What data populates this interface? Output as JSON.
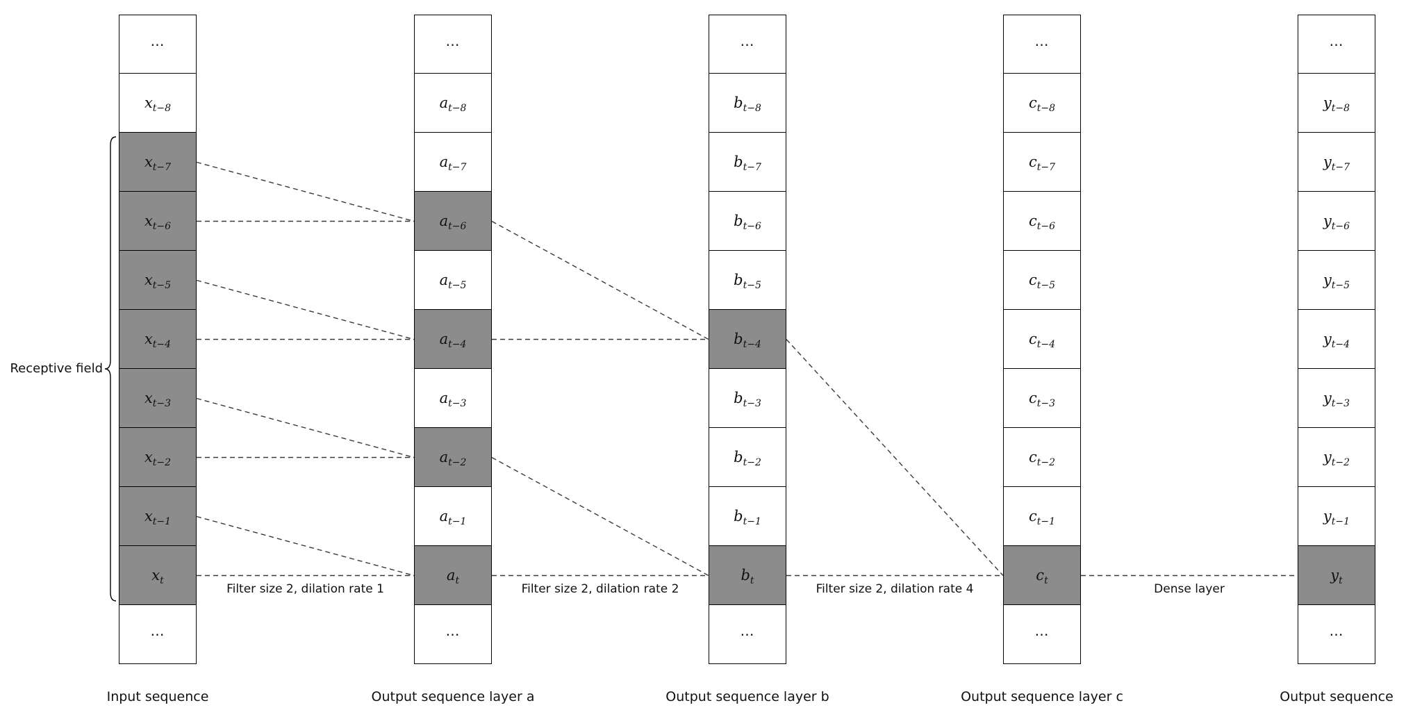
{
  "diagram": {
    "receptive_field_label": "Receptive field",
    "receptive_field_rows": [
      2,
      9
    ],
    "dots_char": "⋯",
    "colors": {
      "background": "#ffffff",
      "cell_fill": "#ffffff",
      "cell_shaded": "#8c8c8c",
      "cell_border": "#000000",
      "connection_line": "#3a3a3a",
      "text": "#111111"
    },
    "columns": [
      {
        "id": "input",
        "label": "Input sequence",
        "cells": [
          {
            "dots": true
          },
          {
            "base": "x",
            "sub": "t−8",
            "shaded": false
          },
          {
            "base": "x",
            "sub": "t−7",
            "shaded": true
          },
          {
            "base": "x",
            "sub": "t−6",
            "shaded": true
          },
          {
            "base": "x",
            "sub": "t−5",
            "shaded": true
          },
          {
            "base": "x",
            "sub": "t−4",
            "shaded": true
          },
          {
            "base": "x",
            "sub": "t−3",
            "shaded": true
          },
          {
            "base": "x",
            "sub": "t−2",
            "shaded": true
          },
          {
            "base": "x",
            "sub": "t−1",
            "shaded": true
          },
          {
            "base": "x",
            "sub": "t",
            "shaded": true
          },
          {
            "dots": true
          }
        ]
      },
      {
        "id": "layer-a",
        "label": "Output sequence layer a",
        "cells": [
          {
            "dots": true
          },
          {
            "base": "a",
            "sub": "t−8",
            "shaded": false
          },
          {
            "base": "a",
            "sub": "t−7",
            "shaded": false
          },
          {
            "base": "a",
            "sub": "t−6",
            "shaded": true
          },
          {
            "base": "a",
            "sub": "t−5",
            "shaded": false
          },
          {
            "base": "a",
            "sub": "t−4",
            "shaded": true
          },
          {
            "base": "a",
            "sub": "t−3",
            "shaded": false
          },
          {
            "base": "a",
            "sub": "t−2",
            "shaded": true
          },
          {
            "base": "a",
            "sub": "t−1",
            "shaded": false
          },
          {
            "base": "a",
            "sub": "t",
            "shaded": true
          },
          {
            "dots": true
          }
        ]
      },
      {
        "id": "layer-b",
        "label": "Output sequence layer b",
        "cells": [
          {
            "dots": true
          },
          {
            "base": "b",
            "sub": "t−8",
            "shaded": false
          },
          {
            "base": "b",
            "sub": "t−7",
            "shaded": false
          },
          {
            "base": "b",
            "sub": "t−6",
            "shaded": false
          },
          {
            "base": "b",
            "sub": "t−5",
            "shaded": false
          },
          {
            "base": "b",
            "sub": "t−4",
            "shaded": true
          },
          {
            "base": "b",
            "sub": "t−3",
            "shaded": false
          },
          {
            "base": "b",
            "sub": "t−2",
            "shaded": false
          },
          {
            "base": "b",
            "sub": "t−1",
            "shaded": false
          },
          {
            "base": "b",
            "sub": "t",
            "shaded": true
          },
          {
            "dots": true
          }
        ]
      },
      {
        "id": "layer-c",
        "label": "Output sequence layer c",
        "cells": [
          {
            "dots": true
          },
          {
            "base": "c",
            "sub": "t−8",
            "shaded": false
          },
          {
            "base": "c",
            "sub": "t−7",
            "shaded": false
          },
          {
            "base": "c",
            "sub": "t−6",
            "shaded": false
          },
          {
            "base": "c",
            "sub": "t−5",
            "shaded": false
          },
          {
            "base": "c",
            "sub": "t−4",
            "shaded": false
          },
          {
            "base": "c",
            "sub": "t−3",
            "shaded": false
          },
          {
            "base": "c",
            "sub": "t−2",
            "shaded": false
          },
          {
            "base": "c",
            "sub": "t−1",
            "shaded": false
          },
          {
            "base": "c",
            "sub": "t",
            "shaded": true
          },
          {
            "dots": true
          }
        ]
      },
      {
        "id": "output",
        "label": "Output sequence",
        "cells": [
          {
            "dots": true
          },
          {
            "base": "y",
            "sub": "t−8",
            "shaded": false
          },
          {
            "base": "y",
            "sub": "t−7",
            "shaded": false
          },
          {
            "base": "y",
            "sub": "t−6",
            "shaded": false
          },
          {
            "base": "y",
            "sub": "t−5",
            "shaded": false
          },
          {
            "base": "y",
            "sub": "t−4",
            "shaded": false
          },
          {
            "base": "y",
            "sub": "t−3",
            "shaded": false
          },
          {
            "base": "y",
            "sub": "t−2",
            "shaded": false
          },
          {
            "base": "y",
            "sub": "t−1",
            "shaded": false
          },
          {
            "base": "y",
            "sub": "t",
            "shaded": true
          },
          {
            "dots": true
          }
        ]
      }
    ],
    "edge_labels": [
      {
        "text": "Filter size 2, dilation rate 1",
        "between": [
          0,
          1
        ]
      },
      {
        "text": "Filter size 2, dilation rate 2",
        "between": [
          1,
          2
        ]
      },
      {
        "text": "Filter size 2, dilation rate 4",
        "between": [
          2,
          3
        ]
      },
      {
        "text": "Dense layer",
        "between": [
          3,
          4
        ]
      }
    ],
    "connections": [
      {
        "from": [
          0,
          2
        ],
        "to": [
          1,
          3
        ]
      },
      {
        "from": [
          0,
          3
        ],
        "to": [
          1,
          3
        ]
      },
      {
        "from": [
          0,
          4
        ],
        "to": [
          1,
          5
        ]
      },
      {
        "from": [
          0,
          5
        ],
        "to": [
          1,
          5
        ]
      },
      {
        "from": [
          0,
          6
        ],
        "to": [
          1,
          7
        ]
      },
      {
        "from": [
          0,
          7
        ],
        "to": [
          1,
          7
        ]
      },
      {
        "from": [
          0,
          8
        ],
        "to": [
          1,
          9
        ]
      },
      {
        "from": [
          0,
          9
        ],
        "to": [
          1,
          9
        ]
      },
      {
        "from": [
          1,
          3
        ],
        "to": [
          2,
          5
        ]
      },
      {
        "from": [
          1,
          5
        ],
        "to": [
          2,
          5
        ]
      },
      {
        "from": [
          1,
          7
        ],
        "to": [
          2,
          9
        ]
      },
      {
        "from": [
          1,
          9
        ],
        "to": [
          2,
          9
        ]
      },
      {
        "from": [
          2,
          5
        ],
        "to": [
          3,
          9
        ]
      },
      {
        "from": [
          2,
          9
        ],
        "to": [
          3,
          9
        ]
      },
      {
        "from": [
          3,
          9
        ],
        "to": [
          4,
          9
        ]
      }
    ]
  }
}
